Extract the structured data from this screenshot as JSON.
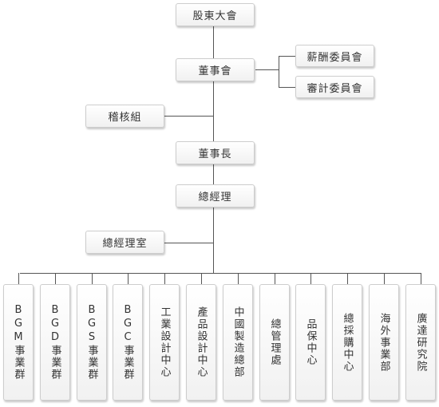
{
  "top_nodes": {
    "shareholders": "股東大會",
    "board": "董事會",
    "compensation": "薪酬委員會",
    "audit_committee": "審計委員會",
    "internal_audit": "稽核組",
    "chairman": "董事長",
    "general_manager": "總經理",
    "gm_office": "總經理室"
  },
  "departments": [
    {
      "label": "BGM事業群"
    },
    {
      "label": "BGD事業群"
    },
    {
      "label": "BGS事業群"
    },
    {
      "label": "BGC事業群"
    },
    {
      "label": "工業設計中心"
    },
    {
      "label": "產品設計中心"
    },
    {
      "label": "中國製造總部"
    },
    {
      "label": "總管理處"
    },
    {
      "label": "品保中心"
    },
    {
      "label": "總採購中心"
    },
    {
      "label": "海外事業部"
    },
    {
      "label": "廣達研究院"
    }
  ]
}
